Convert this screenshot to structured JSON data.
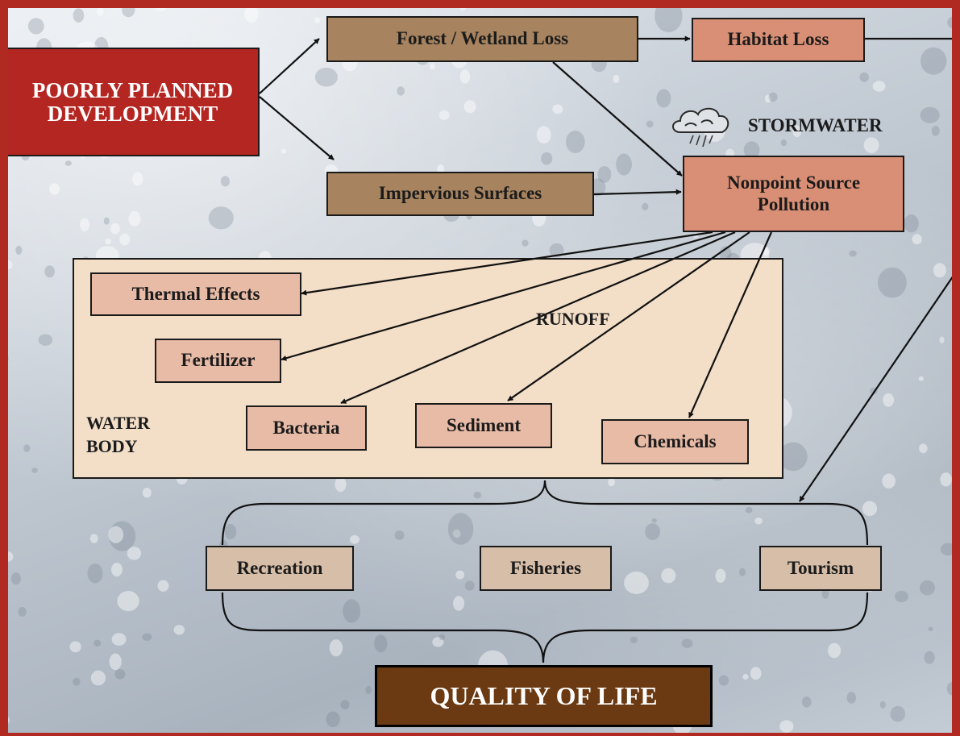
{
  "source": "POORLY PLANNED DEVELOPMENT",
  "forest_wetland_loss": "Forest / Wetland Loss",
  "habitat_loss": "Habitat Loss",
  "impervious_surfaces": "Impervious Surfaces",
  "stormwater": "STORMWATER",
  "nonpoint_source_pollution": "Nonpoint Source Pollution",
  "water_body": {
    "label": "WATER BODY",
    "runoff_label": "RUNOFF",
    "thermal_effects": "Thermal Effects",
    "fertilizer": "Fertilizer",
    "bacteria": "Bacteria",
    "sediment": "Sediment",
    "chemicals": "Chemicals"
  },
  "uses": {
    "recreation": "Recreation",
    "fisheries": "Fisheries",
    "tourism": "Tourism"
  },
  "outcome": "QUALITY OF LIFE",
  "icons": [
    "rain-cloud-icon"
  ],
  "colors": {
    "frame": "#b02a22",
    "source_box": "#b42621",
    "brown_box": "#a7845f",
    "salmon_box": "#d98f75",
    "pollutant_box": "#e8bba6",
    "use_box": "#d7bea8",
    "water_body": "#f3dfc8",
    "outcome_box": "#6b3a12"
  }
}
